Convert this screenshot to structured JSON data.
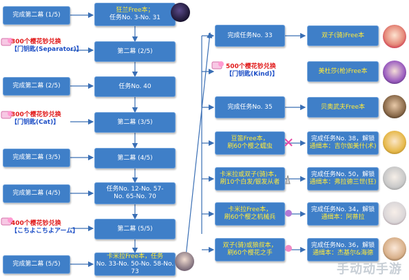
{
  "left": [
    {
      "text": "完成第二幕 (1/5)"
    },
    {
      "text": "完成第二幕 (2/5)"
    },
    {
      "text": "完成第二幕 (3/5)"
    },
    {
      "text": "完成第二幕 (4/5)"
    },
    {
      "text": "完成第二幕 (5/5)"
    }
  ],
  "tickets": [
    {
      "line1": "300个樱花钞兑换",
      "line2": "【门钥匙(Separator)】"
    },
    {
      "line1": "300个樱花钞兑换",
      "line2": "【门钥匙(Cat)】"
    },
    {
      "line1": "400个樱花钞兑换",
      "line2": "【こちよこちよアーム】"
    },
    {
      "line1": "500个樱花钞兑换",
      "line2": "【门钥匙(Kind)】"
    }
  ],
  "middle": [
    {
      "line1": "狂兰Free本；",
      "line2": "任务No. 3-No. 31"
    },
    {
      "line1": "第二幕 (2/5)",
      "line2": ""
    },
    {
      "line1": "任务No. 40",
      "line2": ""
    },
    {
      "line1": "第二幕 (3/5)",
      "line2": ""
    },
    {
      "line1": "第二幕 (4/5)",
      "line2": ""
    },
    {
      "line1": "任务No. 12-No. 57-",
      "line2": "No. 65-No. 70"
    },
    {
      "line1": "第二幕 (5/5)",
      "line2": ""
    },
    {
      "line1": "卡米拉Free本，任务",
      "line2": "No. 33-No. 50-No. 58-No. 73"
    }
  ],
  "right_a": [
    {
      "line1": "完成任务No. 33",
      "line2": ""
    },
    {
      "line1": "",
      "line2": ""
    },
    {
      "line1": "完成任务No. 35",
      "line2": ""
    },
    {
      "line1": "豆笛Free本，",
      "line2": "刷60个樱之蠕虫"
    },
    {
      "line1": "卡米拉或双子(骑)本，",
      "line2": "刷10个白发/银发从者"
    },
    {
      "line1": "卡米拉Free本，",
      "line2": "刷60个樱之机械兵"
    },
    {
      "line1": "双子(骑)或狼叔本，",
      "line2": "刷60个樱花之手"
    }
  ],
  "right_b": [
    {
      "line1": "双子(骑)Free本",
      "line2": ""
    },
    {
      "line1": "美杜莎(枪)Free本",
      "line2": ""
    },
    {
      "line1": "贝奥武夫Free本",
      "line2": ""
    },
    {
      "line1": "完成任务No. 38，解锁",
      "line2": "通缉本：吉尔伽美什(术)"
    },
    {
      "line1": "完成任务No. 50，解锁",
      "line2": "通缉本：弗拉德三世(狂)"
    },
    {
      "line1": "完成任务No. 34，解锁",
      "line2": "通缉本：阿蒂拉"
    },
    {
      "line1": "完成任务No. 36，解锁",
      "line2": "通缉本：杰基尔&海德"
    }
  ],
  "watermark": "手动动手游",
  "colors": {
    "box": "#3f7fc8",
    "border": "#6fa1da",
    "yellow": "#ffea3a",
    "arrow": "#3a6fb5"
  }
}
